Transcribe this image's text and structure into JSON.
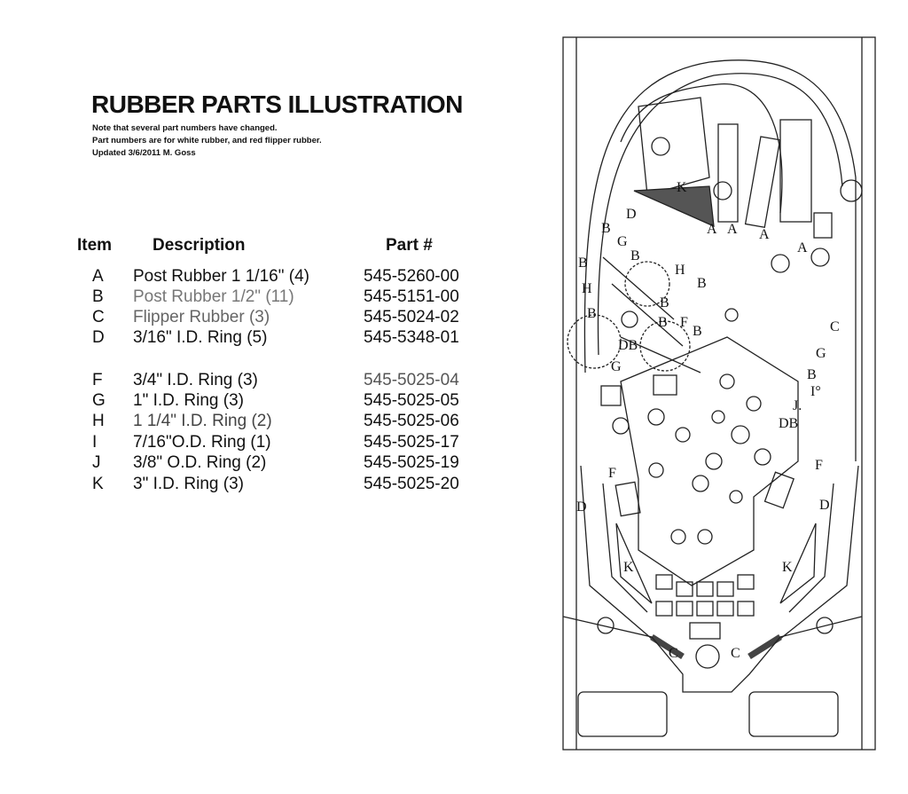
{
  "header": {
    "title": "RUBBER PARTS ILLUSTRATION",
    "notes": [
      "Note that several part numbers have changed.",
      "Part numbers are for white rubber, and red flipper rubber.",
      "Updated 3/6/2011 M. Goss"
    ]
  },
  "table": {
    "columns": [
      "Item",
      "Description",
      "Part #"
    ],
    "rows": [
      {
        "item": "A",
        "description": "Post Rubber 1 1/16\" (4)",
        "part": "545-5260-00"
      },
      {
        "item": "B",
        "description": "Post Rubber 1/2\"   (11)",
        "part": "545-5151-00"
      },
      {
        "item": "C",
        "description": "Flipper Rubber (3)",
        "part": "545-5024-02"
      },
      {
        "item": "D",
        "description": "3/16\" I.D. Ring (5)",
        "part": "545-5348-01"
      },
      {
        "item": "F",
        "description": "3/4\" I.D. Ring (3)",
        "part": "545-5025-04"
      },
      {
        "item": "G",
        "description": "1\" I.D. Ring (3)",
        "part": "545-5025-05"
      },
      {
        "item": "H",
        "description": "1 1/4\" I.D. Ring (2)",
        "part": "545-5025-06"
      },
      {
        "item": "I",
        "description": "7/16\"O.D. Ring (1)",
        "part": "545-5025-17"
      },
      {
        "item": "J",
        "description": "3/8\" O.D. Ring (2)",
        "part": "545-5025-19"
      },
      {
        "item": "K",
        "description": "3\" I.D. Ring (3)",
        "part": "545-5025-20"
      }
    ]
  },
  "diagram": {
    "labels": [
      "K",
      "D",
      "B",
      "G",
      "B",
      "A",
      "A",
      "A",
      "A",
      "H",
      "B",
      "B",
      "H",
      "B",
      "B",
      "B",
      "F",
      "B",
      "DB",
      "G",
      "C",
      "G",
      "B",
      "I°",
      "J.",
      "DB",
      "F",
      "F",
      "D",
      "D",
      "K",
      "K",
      "C",
      "C"
    ]
  }
}
